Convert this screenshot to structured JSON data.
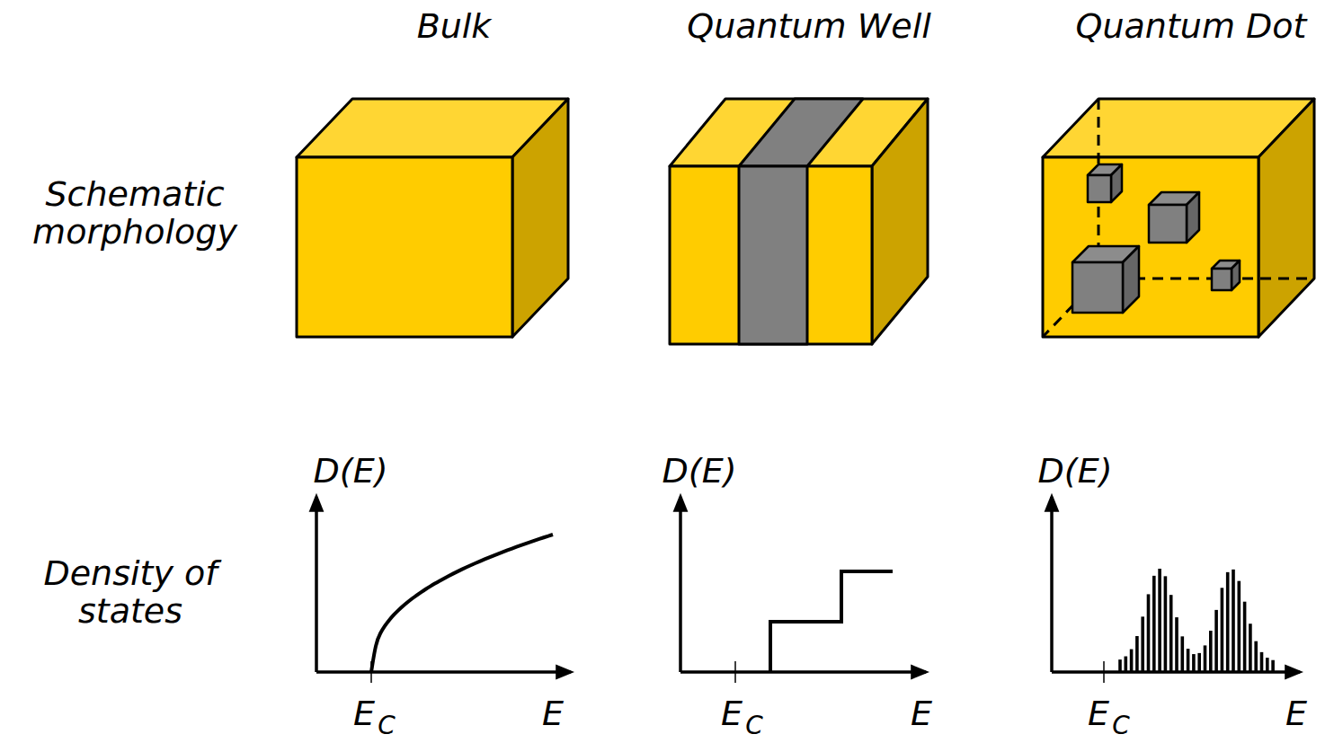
{
  "diagram": {
    "labels": [
      "Bulk",
      "Quantum Well",
      "Quantum Dot",
      "Schematic morphology",
      "Density of states",
      "D(E)",
      "E",
      "C",
      "E",
      "D(E)",
      "E",
      "C",
      "E",
      "D(E)",
      "E",
      "C",
      "E"
    ]
  }
}
